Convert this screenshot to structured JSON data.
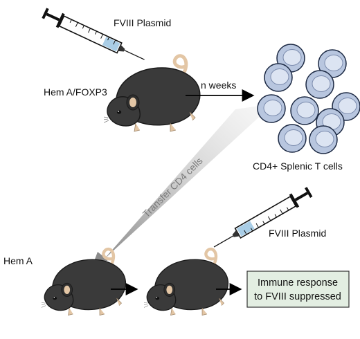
{
  "labels": {
    "top_plasmid": "FVIII Plasmid",
    "donor_strain": "Hem A/FOXP3",
    "duration": "n weeks",
    "cells": "CD4+ Splenic T cells",
    "transfer": "Transfer CD4 cells",
    "recipient_strain": "Hem A",
    "bottom_plasmid": "FVIII Plasmid",
    "outcome_line1": "Immune response",
    "outcome_line2": "to FVIII suppressed"
  },
  "colors": {
    "mouse_body": "#3a3a3a",
    "mouse_tail": "#e3c6a5",
    "cell_outer": "#b8c6df",
    "cell_nucleus": "#dce4f2",
    "outcome_box": "#e3eee2",
    "syringe_plunger": "#a9cde6"
  },
  "icons": [
    "syringe-icon",
    "mouse-icon",
    "t-cell-icon",
    "arrow-icon"
  ]
}
